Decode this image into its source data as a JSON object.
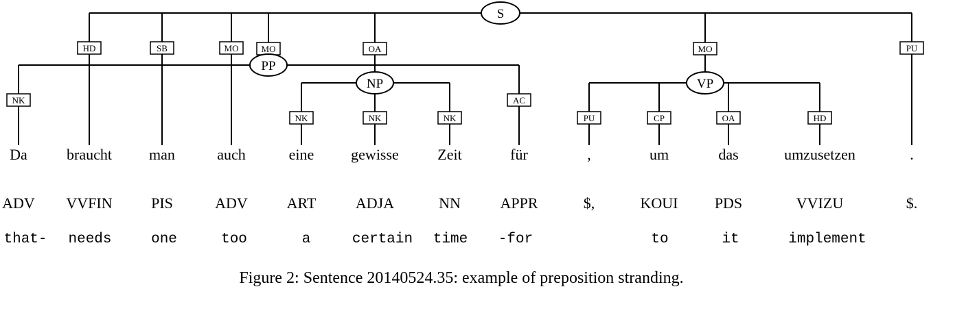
{
  "nodes": [
    {
      "id": "S",
      "label": "S"
    },
    {
      "id": "PP",
      "label": "PP"
    },
    {
      "id": "NP",
      "label": "NP"
    },
    {
      "id": "VP",
      "label": "VP"
    }
  ],
  "tokens": [
    {
      "word": "Da",
      "pos": "ADV",
      "gloss": "that-"
    },
    {
      "word": "braucht",
      "pos": "VVFIN",
      "gloss": "needs"
    },
    {
      "word": "man",
      "pos": "PIS",
      "gloss": "one"
    },
    {
      "word": "auch",
      "pos": "ADV",
      "gloss": "too"
    },
    {
      "word": "eine",
      "pos": "ART",
      "gloss": "a"
    },
    {
      "word": "gewisse",
      "pos": "ADJA",
      "gloss": "certain"
    },
    {
      "word": "Zeit",
      "pos": "NN",
      "gloss": "time"
    },
    {
      "word": "für",
      "pos": "APPR",
      "gloss": "-for"
    },
    {
      "word": ",",
      "pos": "$,",
      "gloss": ""
    },
    {
      "word": "um",
      "pos": "KOUI",
      "gloss": "to"
    },
    {
      "word": "das",
      "pos": "PDS",
      "gloss": "it"
    },
    {
      "word": "umzusetzen",
      "pos": "VVIZU",
      "gloss": "implement"
    },
    {
      "word": ".",
      "pos": "$.",
      "gloss": ""
    }
  ],
  "edges": [
    {
      "parent": "S",
      "child": "braucht",
      "label": "HD"
    },
    {
      "parent": "S",
      "child": "man",
      "label": "SB"
    },
    {
      "parent": "S",
      "child": "auch",
      "label": "MO"
    },
    {
      "parent": "S",
      "child": "PP",
      "label": "MO"
    },
    {
      "parent": "S",
      "child": "NP",
      "label": "OA"
    },
    {
      "parent": "S",
      "child": "VP",
      "label": "MO"
    },
    {
      "parent": "S",
      "child": ".",
      "label": "PU"
    },
    {
      "parent": "PP",
      "child": "Da",
      "label": "NK"
    },
    {
      "parent": "PP",
      "child": "für",
      "label": "AC"
    },
    {
      "parent": "NP",
      "child": "eine",
      "label": "NK"
    },
    {
      "parent": "NP",
      "child": "gewisse",
      "label": "NK"
    },
    {
      "parent": "NP",
      "child": "Zeit",
      "label": "NK"
    },
    {
      "parent": "VP",
      "child": ",",
      "label": "PU"
    },
    {
      "parent": "VP",
      "child": "um",
      "label": "CP"
    },
    {
      "parent": "VP",
      "child": "das",
      "label": "OA"
    },
    {
      "parent": "VP",
      "child": "umzusetzen",
      "label": "HD"
    }
  ],
  "caption": "Figure 2: Sentence 20140524.35: example of preposition stranding."
}
